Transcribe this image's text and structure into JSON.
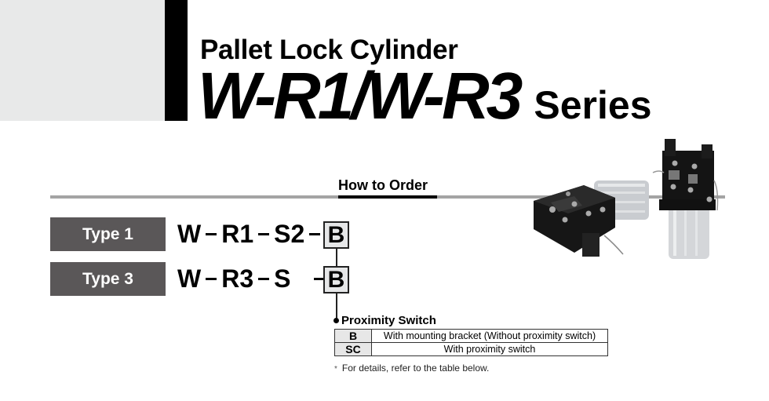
{
  "header": {
    "subtitle": "Pallet Lock Cylinder",
    "model": "W-R1/W-R3",
    "series": "Series"
  },
  "section": {
    "title": "How to Order"
  },
  "types": [
    {
      "label": "Type 1",
      "segments": [
        "W",
        "R1",
        "S2"
      ],
      "option": "B"
    },
    {
      "label": "Type 3",
      "segments": [
        "W",
        "R3",
        "S"
      ],
      "option": "B"
    }
  ],
  "option_table": {
    "title": "Proximity Switch",
    "rows": [
      {
        "code": "B",
        "description": "With mounting bracket (Without proximity switch)"
      },
      {
        "code": "SC",
        "description": "With proximity switch"
      }
    ],
    "note_mark": "*",
    "note": "For details, refer to the table below."
  },
  "colors": {
    "panel_gray": "#e8e9e9",
    "label_gray": "#5a5758",
    "rule_gray": "#a4a4a4",
    "box_fill": "#e6e7e8"
  },
  "image": {
    "alt": "product-photo-pallet-lock-cylinders"
  }
}
